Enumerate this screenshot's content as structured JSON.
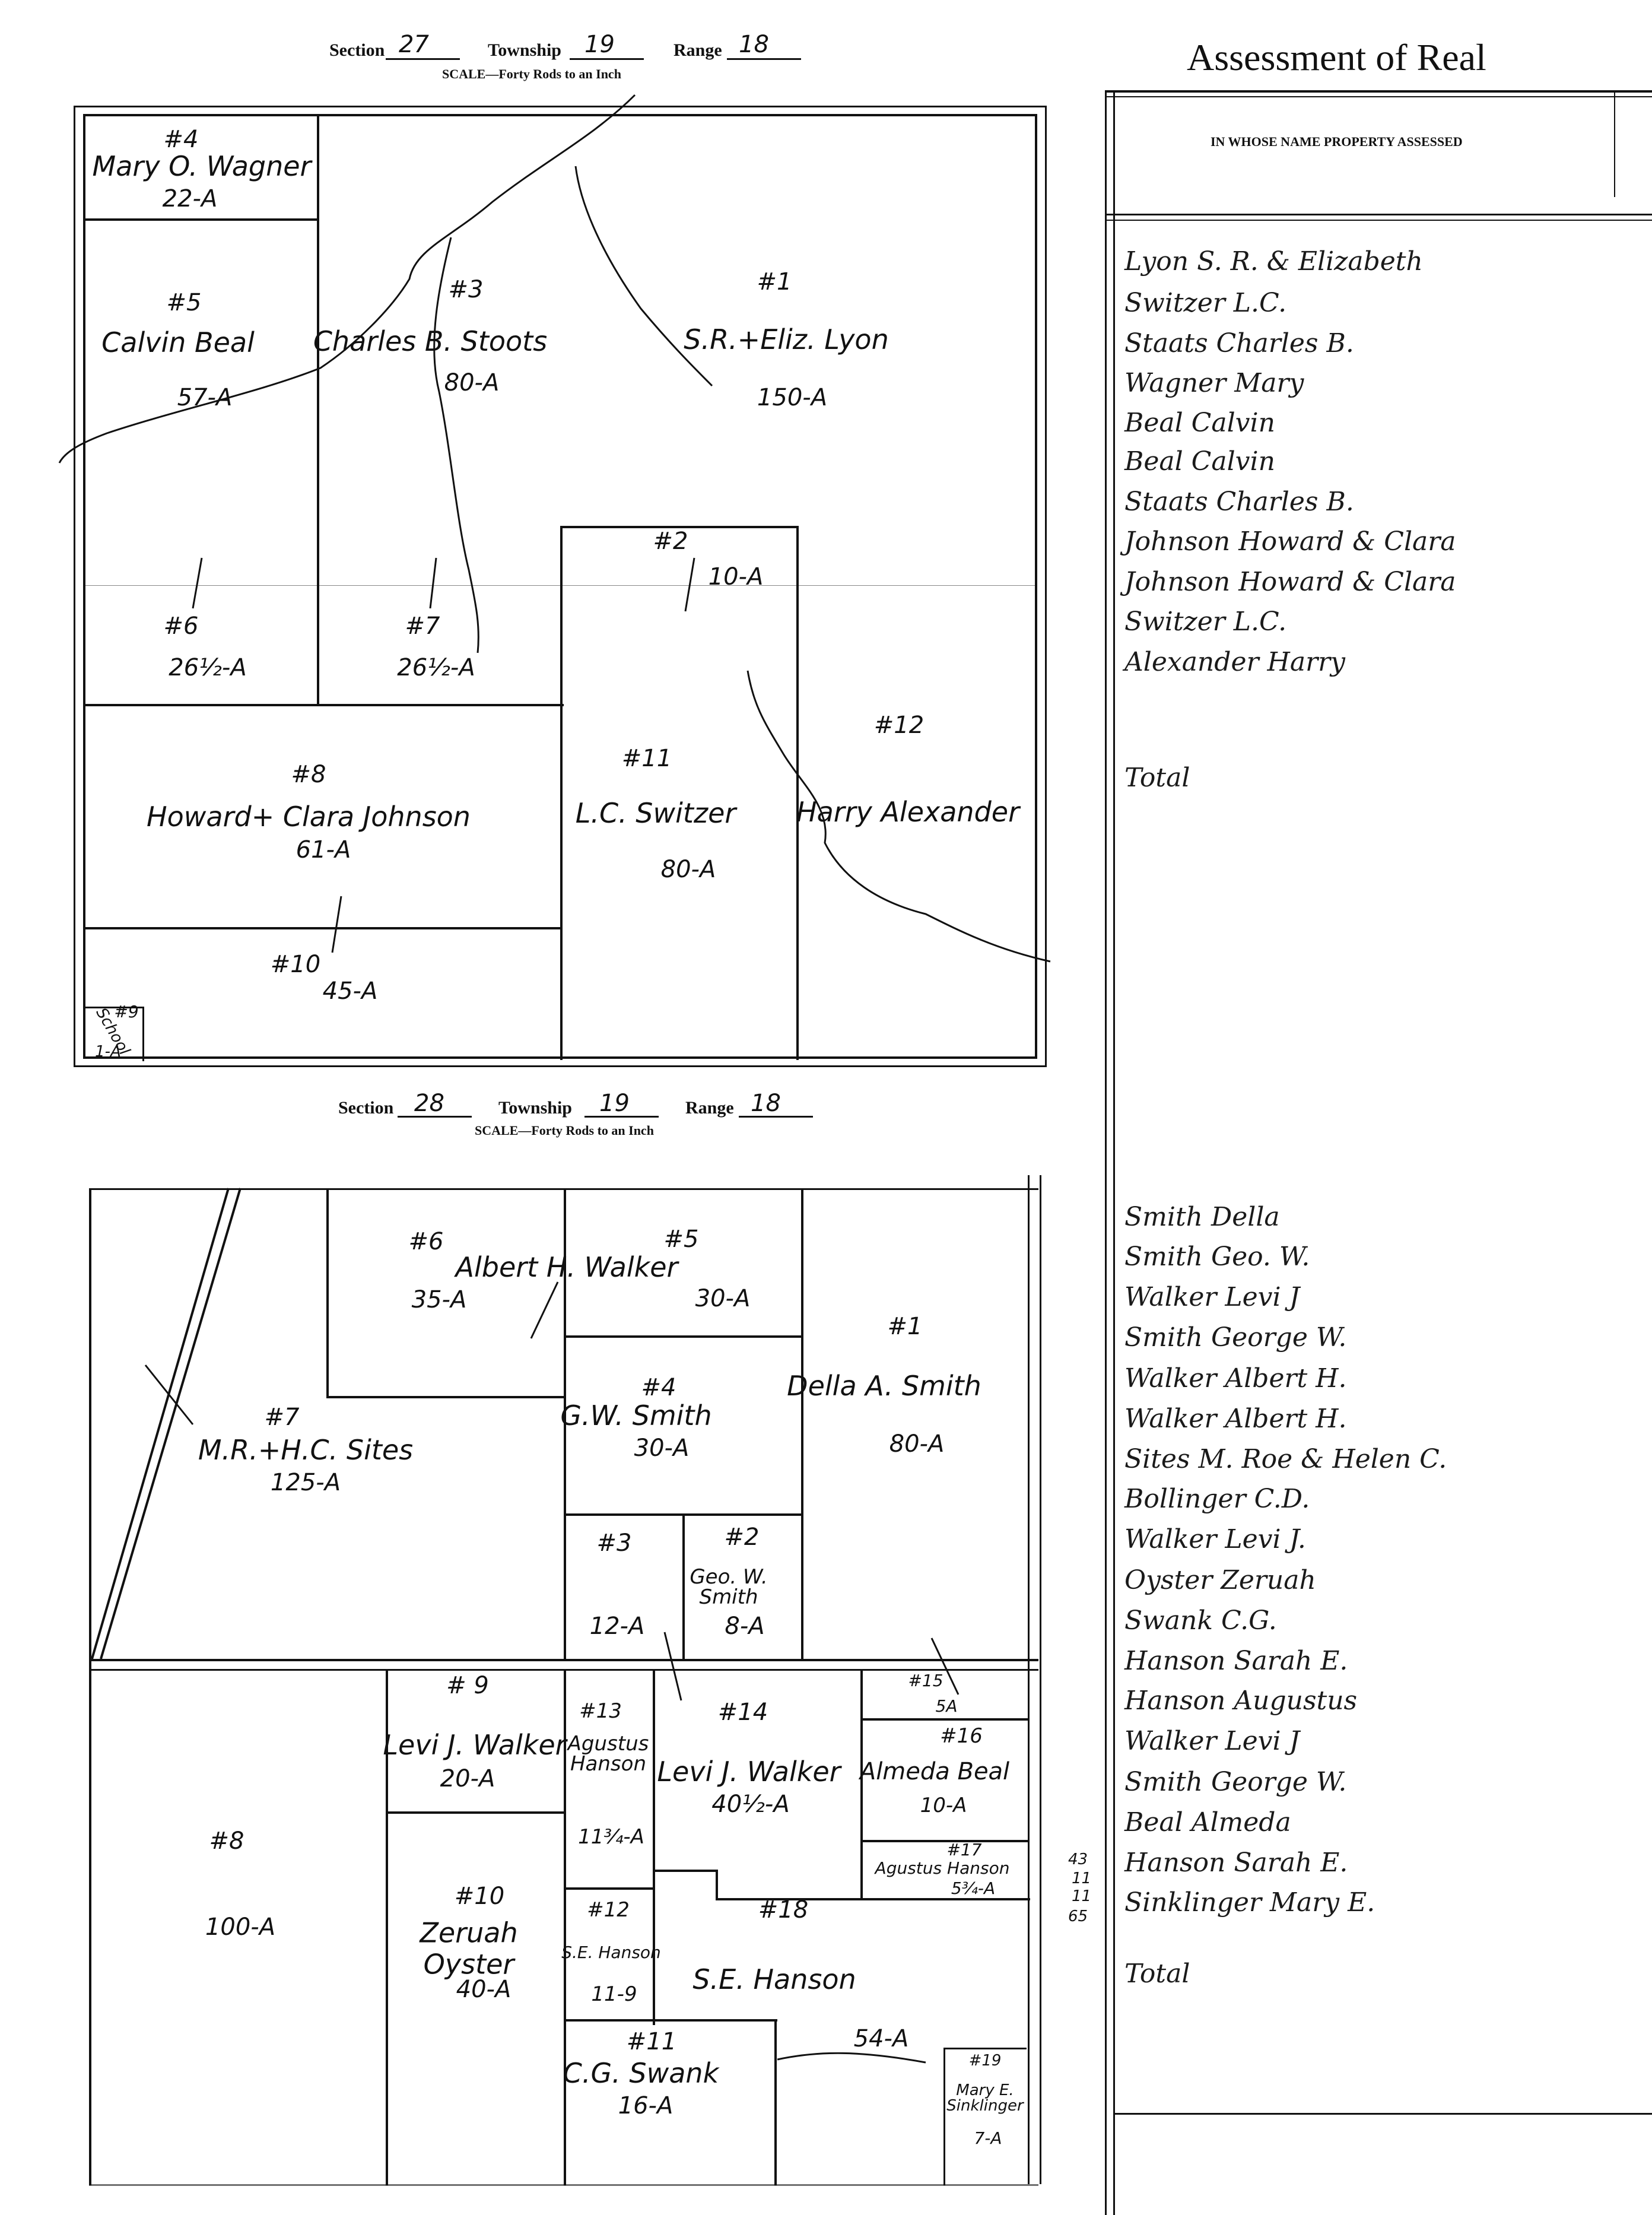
{
  "title": "Assessment of Real",
  "column_header": "IN WHOSE NAME PROPERTY ASSESSED",
  "section1": {
    "section_label": "Section",
    "section": "27",
    "township_label": "Township",
    "township": "19",
    "range_label": "Range",
    "range": "18",
    "scale": "SCALE—Forty Rods to an Inch",
    "parcels": [
      {
        "num": "#4",
        "name": "Mary O. Wagner",
        "acres": "22-A"
      },
      {
        "num": "#5",
        "name": "Calvin Beal",
        "acres": "57-A"
      },
      {
        "num": "#3",
        "name": "Charles B. Stoots",
        "acres": "80-A"
      },
      {
        "num": "#1",
        "name": "S.R.+Eliz. Lyon",
        "acres": "150-A"
      },
      {
        "num": "#2",
        "name": "",
        "acres": "10-A"
      },
      {
        "num": "#6",
        "name": "",
        "acres": "26½-A"
      },
      {
        "num": "#7",
        "name": "",
        "acres": "26½-A"
      },
      {
        "num": "#12",
        "name": "Harry Alexander",
        "acres": ""
      },
      {
        "num": "#8",
        "name": "Howard+ Clara Johnson",
        "acres": "61-A"
      },
      {
        "num": "#11",
        "name": "L.C. Switzer",
        "acres": "80-A"
      },
      {
        "num": "#10",
        "name": "",
        "acres": "45-A"
      },
      {
        "num": "#9",
        "name": "School",
        "acres": "1-A"
      }
    ]
  },
  "section2": {
    "section_label": "Section",
    "section": "28",
    "township_label": "Township",
    "township": "19",
    "range_label": "Range",
    "range": "18",
    "scale": "SCALE—Forty Rods to an Inch",
    "parcels": [
      {
        "num": "#6",
        "name": "Albert H. Walker",
        "acres": "35-A"
      },
      {
        "num": "#5",
        "name": "",
        "acres": "30-A"
      },
      {
        "num": "#1",
        "name": "Della A. Smith",
        "acres": "80-A"
      },
      {
        "num": "#4",
        "name": "G.W. Smith",
        "acres": "30-A"
      },
      {
        "num": "#7",
        "name": "M.R.+H.C. Sites",
        "acres": "125-A"
      },
      {
        "num": "#3",
        "name": "",
        "acres": "12-A"
      },
      {
        "num": "#2",
        "name": "Geo. W. Smith",
        "acres": "8-A"
      },
      {
        "num": "# 9",
        "name": "Levi J. Walker",
        "acres": "20-A"
      },
      {
        "num": "#13",
        "name": "Agustus Hanson",
        "acres": "11¾-A"
      },
      {
        "num": "#14",
        "name": "Levi J. Walker",
        "acres": "40½-A"
      },
      {
        "num": "#15",
        "name": "",
        "acres": "5A"
      },
      {
        "num": "#16",
        "name": "Almeda Beal",
        "acres": "10-A"
      },
      {
        "num": "#17",
        "name": "Agustus Hanson",
        "acres": "5¾-A"
      },
      {
        "num": "#8",
        "name": "",
        "acres": "100-A"
      },
      {
        "num": "#10",
        "name": "Zeruah Oyster",
        "acres": "40-A"
      },
      {
        "num": "#12",
        "name": "S.E. Hanson",
        "acres": "11-9"
      },
      {
        "num": "#18",
        "name": "S.E. Hanson",
        "acres": "54-A"
      },
      {
        "num": "#11",
        "name": "C.G. Swank",
        "acres": "16-A"
      },
      {
        "num": "#19",
        "name": "Mary E. Sinklinger",
        "acres": "7-A"
      }
    ],
    "margin_sum": [
      "43",
      "11",
      "11",
      "65"
    ]
  },
  "owners_top": [
    "Lyon S. R. & Elizabeth",
    "Switzer L.C.",
    "Staats Charles B.",
    "Wagner Mary",
    "Beal Calvin",
    "Beal Calvin",
    "Staats Charles B.",
    "Johnson Howard & Clara",
    "Johnson Howard & Clara",
    "Switzer L.C.",
    "Alexander Harry"
  ],
  "total_top": "Total",
  "owners_bottom": [
    "Smith Della",
    "Smith Geo. W.",
    "Walker Levi J",
    "Smith George W.",
    "Walker Albert H.",
    "Walker Albert H.",
    "Sites M. Roe & Helen C.",
    "Bollinger C.D.",
    "Walker Levi J.",
    "Oyster Zeruah",
    "Swank C.G.",
    "Hanson Sarah E.",
    "Hanson Augustus",
    "Walker Levi J",
    "Smith George W.",
    "Beal Almeda",
    "Hanson Sarah E.",
    "Sinklinger Mary E."
  ],
  "total_bottom": "Total",
  "colors": {
    "ink": "#111111",
    "paper": "#ffffff"
  }
}
